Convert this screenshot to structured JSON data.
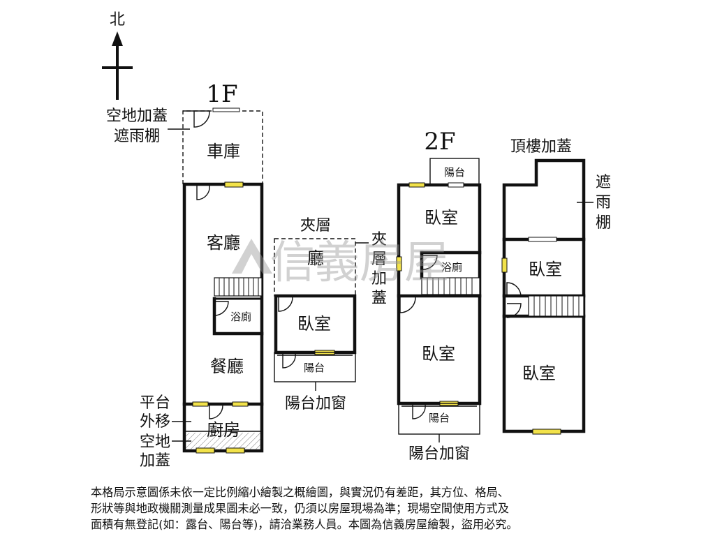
{
  "compass": {
    "north": "北"
  },
  "floors": {
    "f1": "1F",
    "f2": "2F",
    "roof": "頂樓加蓋"
  },
  "rooms": {
    "garage": "車庫",
    "living": "客廳",
    "bath1": "浴廁",
    "dining": "餐廳",
    "kitchen": "廚房",
    "mezz_title": "夾層",
    "mezz_hall": "廳",
    "mezz_bed": "臥室",
    "mezz_balcony": "陽台",
    "f2_balcony_top": "陽台",
    "f2_bed1": "臥室",
    "f2_bath": "浴廁",
    "f2_bed2": "臥室",
    "f2_balcony_bottom": "陽台",
    "roof_bed1": "臥室",
    "roof_bed2": "臥室"
  },
  "annotations": {
    "yard_cover_1": "空地加蓋",
    "rain_shelter": "遮雨棚",
    "platform_1": "平台",
    "platform_2": "外移",
    "yard_cover_2": "空地",
    "yard_cover_3": "加蓋",
    "mezz_balcony_window": "陽台加窗",
    "mezz_addon": [
      "夾",
      "層",
      "加",
      "蓋"
    ],
    "f2_balcony_window": "陽台加窗",
    "roof_shelter": [
      "遮",
      "雨",
      "棚"
    ]
  },
  "watermark": {
    "brand": "信義房屋"
  },
  "disclaimer": [
    "本格局示意圖係未依一定比例縮小繪製之概繪圖，與實況仍有差距，其方位、格局、",
    "形狀等與地政機關測量成果圖未必一致，仍須以房屋現場為準；現場空間使用方式及",
    "面積有無登記(如：露台、陽台等)，請洽業務人員。本圖為信義房屋繪製，盜用必究。"
  ],
  "colors": {
    "wall": "#111111",
    "window": "#f2e24a",
    "watermark": "#9a9a9a"
  }
}
